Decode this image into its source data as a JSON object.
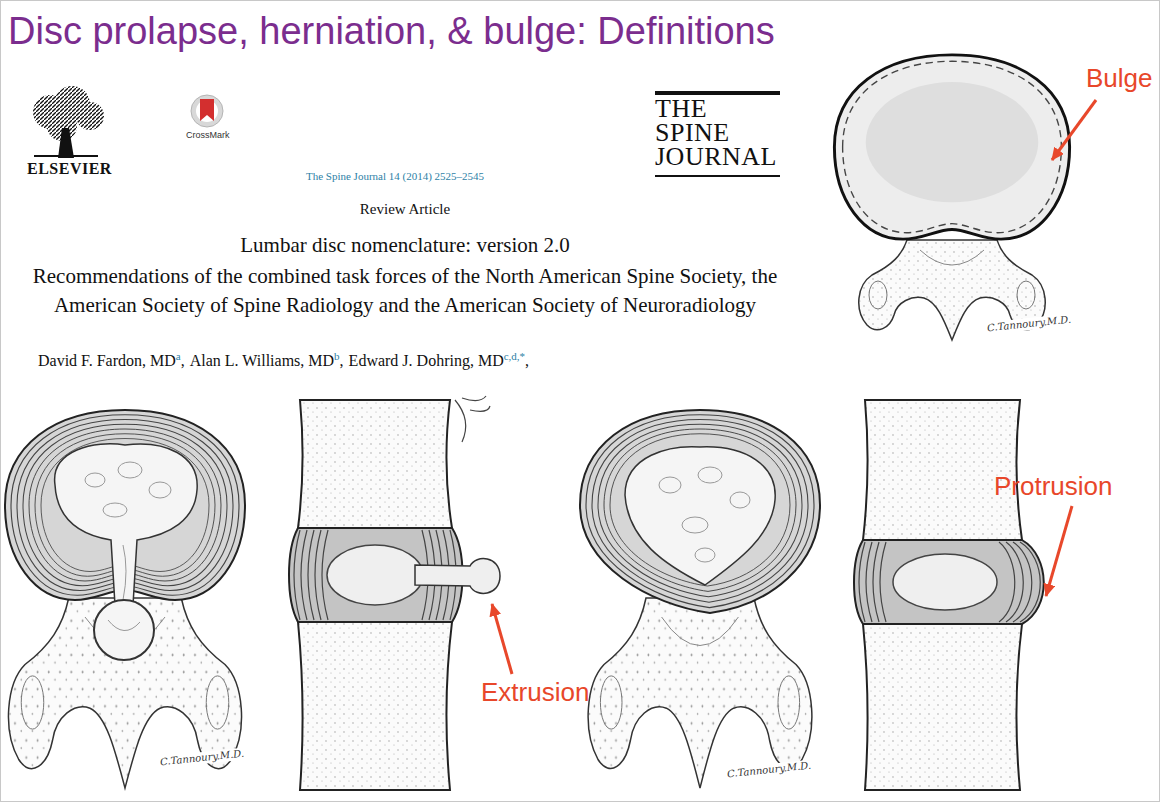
{
  "diagram": {
    "title": "Disc prolapse, herniation, & bulge: Definitions",
    "labels": [
      "ELSEVIER",
      "CrossMark",
      "The Spine Journal 14 (2014) 2525–2545",
      "THE SPINE JOURNAL",
      "Review Article",
      "Lumbar disc nomenclature: version 2.0",
      "Recommendations of the combined task forces of the North American Spine Society, the American Society of Spine Radiology and the American Society of Neuroradiology",
      "David F. Fardon, MD",
      "a",
      ",",
      "Alan L. Williams, MD",
      "b",
      ",",
      "Edward J. Dohring, MD",
      "c,d,*",
      ",",
      "Bulge",
      "C.Tannoury.M.D.",
      "C.Tannoury.M.D.",
      "Extrusion",
      "C.Tannoury.M.D.",
      "Protrusion"
    ]
  }
}
